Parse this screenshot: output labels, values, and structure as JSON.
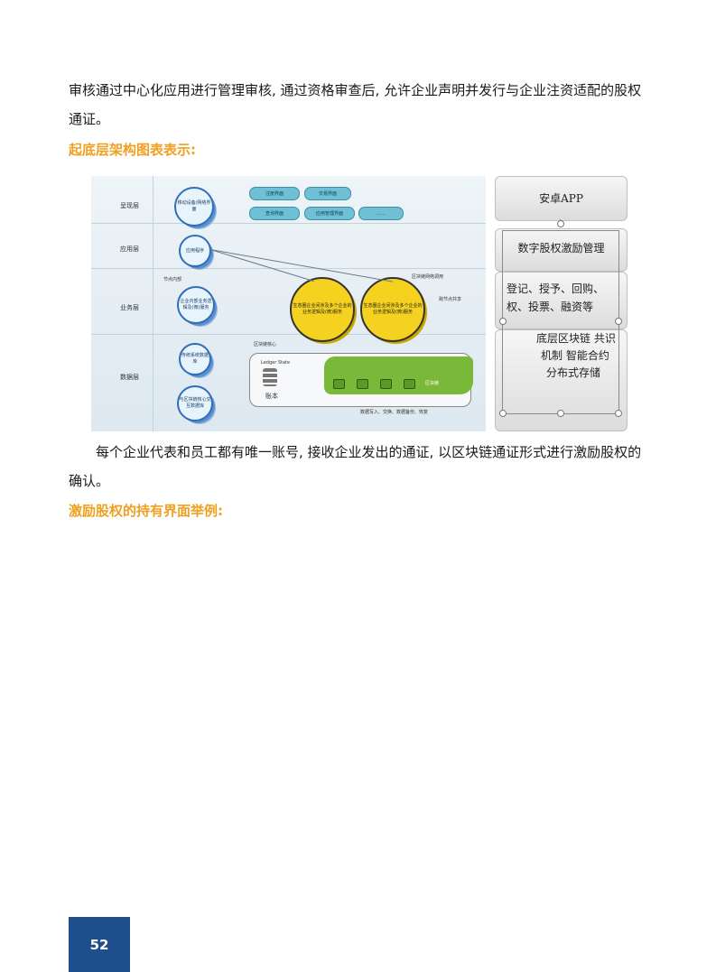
{
  "paragraph1": "审核通过中心化应用进行管理审核, 通过资格审查后, 允许企业声明并发行与企业注资适配的股权通证。",
  "heading1": "起底层架构图表表示:",
  "arch": {
    "layers": [
      "呈现层",
      "应用层",
      "业务层",
      "数据层"
    ],
    "mobile_circle": "移动设备/网络界面",
    "app_circle": "应用程序",
    "enterprise_circle": "企业内部业务逻辑及(微)服务",
    "legacy_circle": "传统系统数据库",
    "chain_circle": "与区块链核心交互数据库",
    "pills": [
      "注册界面",
      "交易界面",
      "查询界面",
      "应用管理界面",
      "……"
    ],
    "yellow1": "生态圈企业间涉及多个企业的业务逻辑及(微)服务",
    "yellow2": "生态圈企业间涉及多个企业的业务逻辑及(微)服务",
    "node_inner": "节点内部",
    "chain_net": "区块链网络调用",
    "cross_node": "跨节点共享",
    "core": "区块链核心",
    "ledger_state": "Ledger State",
    "ledger_label": "账本",
    "chain_label": "区块链",
    "bottom_note": "数据写入、交换、数据备份、恢复"
  },
  "stack": {
    "app": "安卓APP",
    "manage": "数字股权激励管理",
    "functions": "登记、授予、回购、权、投票、融资等",
    "base_line1": "底层区块链 共识",
    "base_line2": "机制 智能合约",
    "base_line3": "分布式存储"
  },
  "paragraph2": "每个企业代表和员工都有唯一账号, 接收企业发出的通证, 以区块链通证形式进行激励股权的确认。",
  "heading2": "激励股权的持有界面举例:",
  "page_number": "52"
}
